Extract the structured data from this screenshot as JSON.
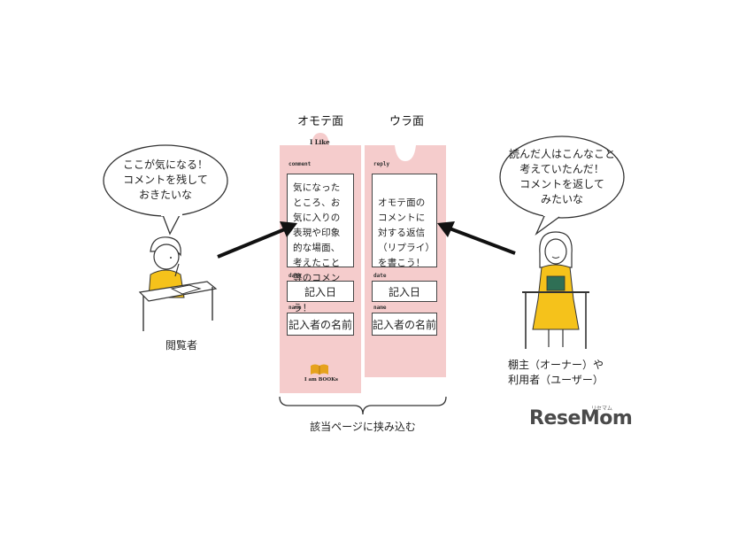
{
  "front": {
    "heading": "オモテ面",
    "logo_top": "I Like",
    "comment_label": "comment",
    "comment_text": "気になったところ、お気に入りの表現や印象的な場面、考えたこと等のコメントを書こう！",
    "date_label": "date",
    "date_field": "記入日",
    "name_label": "name",
    "name_field": "記入者の名前",
    "brand": "I am BOOKs"
  },
  "back": {
    "heading": "ウラ面",
    "reply_label": "reply",
    "reply_text": "オモテ面のコメントに対する返信（リプライ）を書こう！",
    "date_label": "date",
    "date_field": "記入日",
    "name_label": "name",
    "name_field": "記入者の名前"
  },
  "left_bubble": {
    "lines": [
      "ここが気になる！",
      "コメントを残して",
      "おきたいな"
    ]
  },
  "right_bubble": {
    "lines": [
      "読んだ人はこんなこと",
      "考えていたんだ！",
      "コメントを返して",
      "みたいな"
    ]
  },
  "reader_caption": "閲覧者",
  "owner_caption_lines": [
    "棚主（オーナー）や",
    "利用者（ユーザー）"
  ],
  "brace_caption": "該当ページに挟み込む",
  "watermark": {
    "text": "ReseMom",
    "ruby": "リセマム",
    "color": "#4a4a4a"
  },
  "colors": {
    "card": "#f5cccc",
    "shirt": "#f5c21b",
    "arrow": "#111111"
  }
}
